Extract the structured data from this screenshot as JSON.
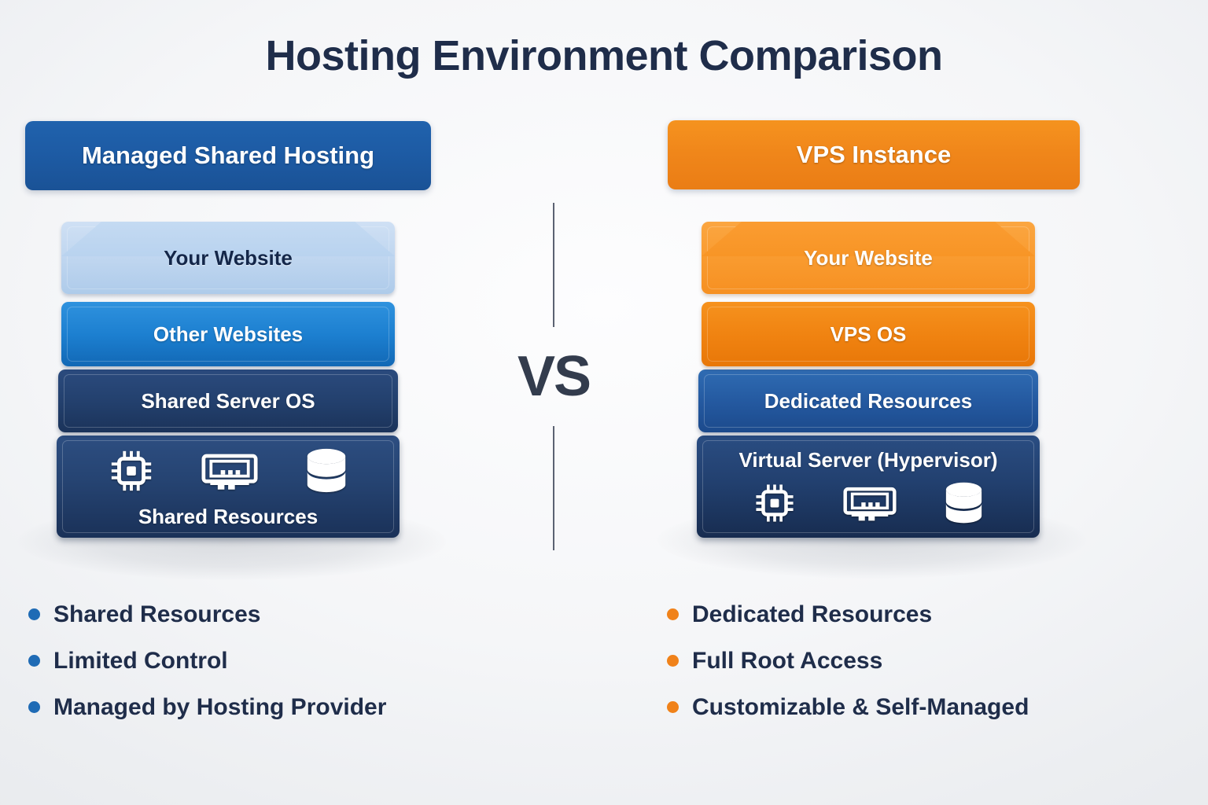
{
  "title": "Hosting Environment Comparison",
  "divider": {
    "label": "VS"
  },
  "left": {
    "header": "Managed Shared Hosting",
    "accent_color": "#1d5ba4",
    "layers": [
      {
        "label": "Your Website"
      },
      {
        "label": "Other Websites"
      },
      {
        "label": "Shared Server OS"
      },
      {
        "label": "Shared Resources"
      }
    ],
    "icons": [
      "cpu-icon",
      "memory-icon",
      "database-icon"
    ],
    "bullets": [
      "Shared Resources",
      "Limited Control",
      "Managed by Hosting Provider"
    ]
  },
  "right": {
    "header": "VPS Instance",
    "accent_color": "#f0861a",
    "layers": [
      {
        "label": "Your Website"
      },
      {
        "label": "VPS OS"
      },
      {
        "label": "Dedicated Resources"
      },
      {
        "label": "Virtual Server (Hypervisor)"
      }
    ],
    "icons": [
      "cpu-icon",
      "memory-icon",
      "database-icon"
    ],
    "bullets": [
      "Dedicated Resources",
      "Full Root Access",
      "Customizable & Self-Managed"
    ]
  }
}
